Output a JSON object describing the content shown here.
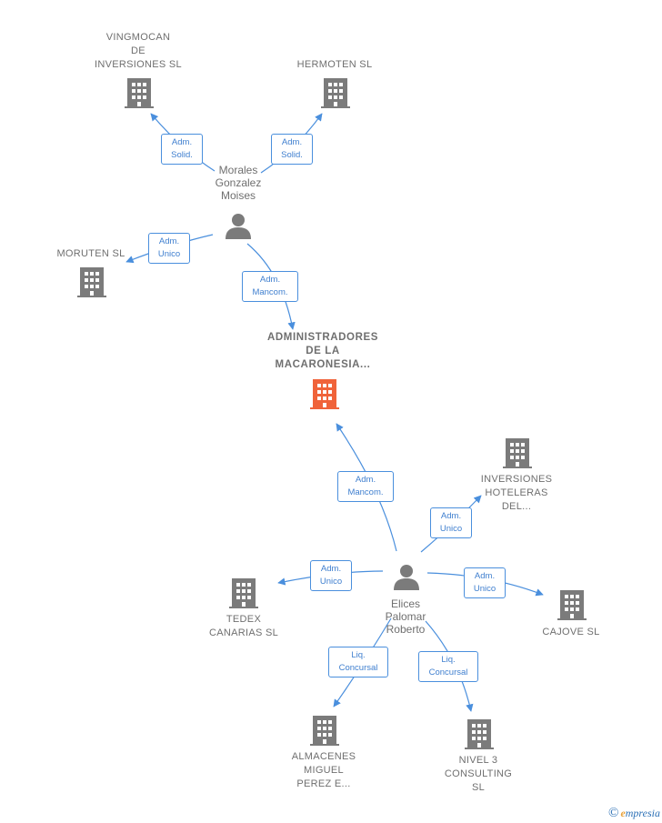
{
  "nodes": {
    "vingmocan": {
      "lines": [
        "VINGMOCAN",
        "DE",
        "INVERSIONES SL"
      ]
    },
    "hermoten": {
      "lines": [
        "HERMOTEN  SL"
      ]
    },
    "moruten": {
      "lines": [
        "MORUTEN  SL"
      ]
    },
    "administradores": {
      "lines": [
        "ADMINISTRADORES",
        "DE LA",
        "MACARONESIA..."
      ]
    },
    "inversiones_hoteleras": {
      "lines": [
        "INVERSIONES",
        "HOTELERAS",
        "DEL..."
      ]
    },
    "tedex": {
      "lines": [
        "TEDEX",
        "CANARIAS SL"
      ]
    },
    "cajove": {
      "lines": [
        "CAJOVE SL"
      ]
    },
    "almacenes": {
      "lines": [
        "ALMACENES",
        "MIGUEL",
        "PEREZ E..."
      ]
    },
    "nivel3": {
      "lines": [
        "NIVEL 3",
        "CONSULTING",
        "SL"
      ]
    }
  },
  "persons": {
    "morales": {
      "lines": [
        "Morales",
        "Gonzalez",
        "Moises"
      ]
    },
    "elices": {
      "lines": [
        "Elices",
        "Palomar",
        "Roberto"
      ]
    }
  },
  "edges": {
    "morales_vingmocan": {
      "lines": [
        "Adm.",
        "Solid."
      ]
    },
    "morales_hermoten": {
      "lines": [
        "Adm.",
        "Solid."
      ]
    },
    "morales_moruten": {
      "lines": [
        "Adm.",
        "Unico"
      ]
    },
    "morales_administradores": {
      "lines": [
        "Adm.",
        "Mancom."
      ]
    },
    "elices_administradores": {
      "lines": [
        "Adm.",
        "Mancom."
      ]
    },
    "elices_inversiones": {
      "lines": [
        "Adm.",
        "Unico"
      ]
    },
    "elices_tedex": {
      "lines": [
        "Adm.",
        "Unico"
      ]
    },
    "elices_cajove": {
      "lines": [
        "Adm.",
        "Unico"
      ]
    },
    "elices_almacenes": {
      "lines": [
        "Liq.",
        "Concursal"
      ]
    },
    "elices_nivel3": {
      "lines": [
        "Liq.",
        "Concursal"
      ]
    }
  },
  "footer": {
    "copyright": "©",
    "brand_initial": "e",
    "brand_rest": "mpresia"
  },
  "colors": {
    "edge": "#4a8fdd",
    "building": "#7b7b7b",
    "highlight": "#f0633a",
    "person": "#7b7b7b"
  }
}
